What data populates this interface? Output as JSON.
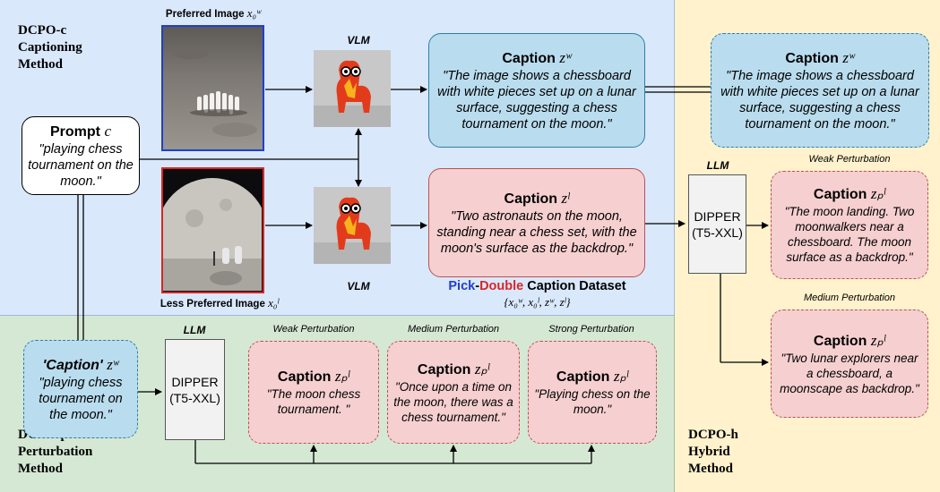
{
  "colors": {
    "captioning_bg": "#dae8fc",
    "perturbation_bg": "#d5e8d4",
    "hybrid_bg": "#fff2cc",
    "pick": "#1f3fcf",
    "double": "#d62728"
  },
  "dcpo_c": {
    "line1": "DCPO-c",
    "line2": "Captioning",
    "line3": "Method"
  },
  "dcpo_p": {
    "line1": "DCPO-p",
    "line2": "Perturbation",
    "line3": "Method"
  },
  "dcpo_h": {
    "line1": "DCPO-h",
    "line2": "Hybrid",
    "line3": "Method"
  },
  "preferred_image_label": "Preferred Image",
  "preferred_image_symbol": "x₀ʷ",
  "less_preferred_image_label": "Less Preferred Image",
  "less_preferred_image_symbol": "x₀ˡ",
  "vlm_label": "VLM",
  "llm_label": "LLM",
  "prompt": {
    "title": "Prompt",
    "symbol": "c",
    "text": "\"playing chess tournament on the moon.\""
  },
  "caption_word": "Caption",
  "caption_w_symbol": "zʷ",
  "caption_l_symbol": "zˡ",
  "caption_p_symbol": "zₚˡ",
  "caption_w_text": "\"The image shows a chessboard with white pieces set up on a lunar surface, suggesting a chess tournament on the moon.\"",
  "caption_l_text": "\"Two astronauts on the moon, standing near a chess set, with the moon's surface as the backdrop.\"",
  "dataset": {
    "pick": "Pick",
    "dash": "-",
    "double": "Double",
    "rest": " Caption Dataset",
    "formula": "{x₀ʷ, x₀ˡ, zʷ, zˡ}"
  },
  "dipper": {
    "line1": "DIPPER",
    "line2": "(T5-XXL)"
  },
  "perturbation_caption": {
    "title": "'Caption'",
    "symbol": "zʷ",
    "text": "\"playing chess tournament on the moon.\""
  },
  "weak_label": "Weak Perturbation",
  "medium_label": "Medium Perturbation",
  "strong_label": "Strong Perturbation",
  "p_weak_text": "\"The moon chess tournament. \"",
  "p_medium_text": "\"Once upon a time on the moon, there was a chess tournament.\"",
  "p_strong_text": "\"Playing chess on the moon.\"",
  "h_weak_text": "\"The moon landing. Two moonwalkers near a chessboard. The moon surface as a backdrop.\"",
  "h_medium_text": "\"Two lunar explorers near a chessboard, a moonscape as backdrop.\""
}
